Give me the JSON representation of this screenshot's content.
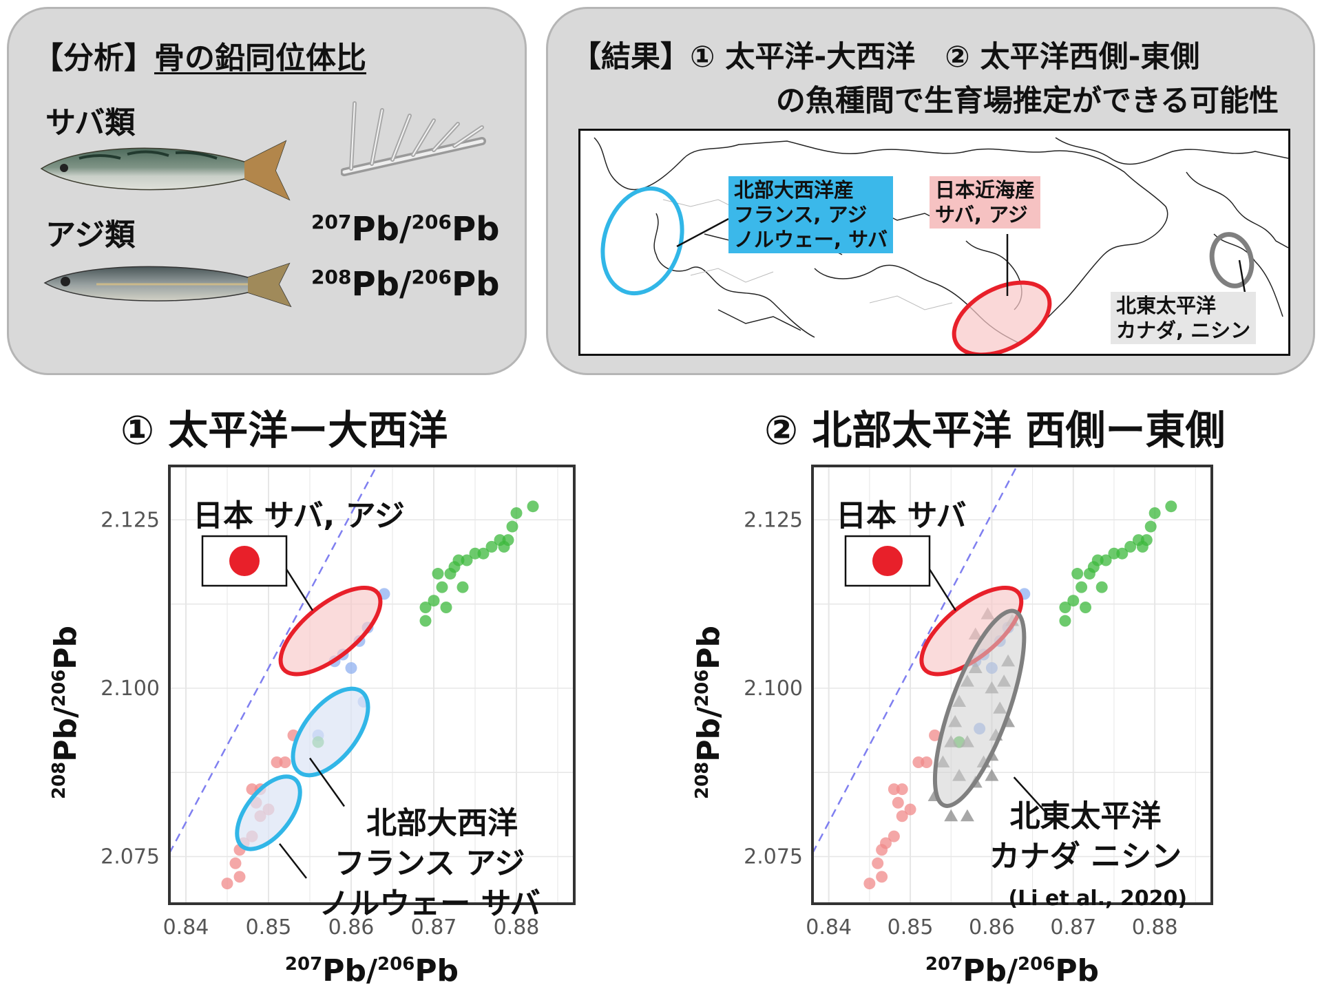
{
  "analysis": {
    "bracket": "【分析】",
    "title": "骨の鉛同位体比",
    "mackerel": "サバ類",
    "horse_mackerel": "アジ類",
    "ratio1": {
      "a": "207",
      "b": "Pb/",
      "c": "206",
      "d": "Pb"
    },
    "ratio2": {
      "a": "208",
      "b": "Pb/",
      "c": "206",
      "d": "Pb"
    }
  },
  "result": {
    "line1": "【結果】① 太平洋-大西洋　② 太平洋西側-東側",
    "line2": "の魚種間で生育場推定ができる可能性",
    "map_labels": {
      "atlantic": [
        "北部大西洋産",
        "フランス, アジ",
        "ノルウェー, サバ"
      ],
      "japan": [
        "日本近海産",
        "サバ, アジ"
      ],
      "ne_pacific": [
        "北東太平洋",
        "カナダ, ニシン"
      ]
    },
    "colors": {
      "blue": "#31b6e7",
      "red": "#e8202a",
      "gray": "#7f7f7f",
      "atlantic_fill": "#3bb8ea",
      "japan_fill": "#f8c8c8"
    }
  },
  "charts_titles": [
    "① 太平洋ー大西洋",
    "② 北部太平洋 西側ー東側"
  ],
  "axis_labels": {
    "x": {
      "a": "207",
      "b": "Pb/",
      "c": "206",
      "d": "Pb"
    },
    "y": {
      "a": "208",
      "b": "Pb/",
      "c": "206",
      "d": "Pb"
    }
  },
  "annotations": {
    "japan_label_1": "日本 サバ, アジ",
    "japan_label_2": "日本 サバ",
    "atlantic_1": "北部大西洋",
    "atlantic_2": "フランス アジ",
    "atlantic_3": "ノルウェー サバ",
    "nepac_1": "北東太平洋",
    "nepac_2": "カナダ ニシン",
    "citation": "(Li et al., 2020)"
  },
  "chart_data": [
    {
      "type": "scatter",
      "title": "① 太平洋ー大西洋",
      "xlabel": "207Pb/206Pb",
      "ylabel": "208Pb/206Pb",
      "xlim": [
        0.838,
        0.887
      ],
      "ylim": [
        2.068,
        2.133
      ],
      "xticks": [
        0.84,
        0.85,
        0.86,
        0.87,
        0.88
      ],
      "yticks": [
        2.075,
        2.1,
        2.125
      ],
      "xtick_labels": [
        "0.84",
        "0.85",
        "0.86",
        "0.87",
        "0.88"
      ],
      "ytick_labels": [
        "2.075",
        "2.100",
        "2.125"
      ],
      "grid": true,
      "reference_line": {
        "x": [
          0.838,
          0.863
        ],
        "y": [
          2.0755,
          2.1328
        ],
        "style": "dashed",
        "color": "#7f7ff0"
      },
      "series": [
        {
          "color": "#f08a8a",
          "points": [
            [
              0.845,
              2.071
            ],
            [
              0.846,
              2.074
            ],
            [
              0.8465,
              2.076
            ],
            [
              0.847,
              2.077
            ],
            [
              0.8465,
              2.072
            ],
            [
              0.848,
              2.078
            ],
            [
              0.849,
              2.081
            ],
            [
              0.8485,
              2.083
            ],
            [
              0.85,
              2.082
            ],
            [
              0.848,
              2.085
            ],
            [
              0.849,
              2.085
            ],
            [
              0.851,
              2.089
            ],
            [
              0.852,
              2.089
            ],
            [
              0.853,
              2.093
            ]
          ]
        },
        {
          "color": "#8fb0f0",
          "points": [
            [
              0.856,
              2.093
            ],
            [
              0.858,
              2.104
            ],
            [
              0.859,
              2.105
            ],
            [
              0.86,
              2.103
            ],
            [
              0.861,
              2.107
            ],
            [
              0.862,
              2.109
            ],
            [
              0.8615,
              2.098
            ],
            [
              0.864,
              2.114
            ]
          ]
        },
        {
          "color": "#3cb83c",
          "points": [
            [
              0.856,
              2.092
            ],
            [
              0.869,
              2.11
            ],
            [
              0.869,
              2.112
            ],
            [
              0.87,
              2.113
            ],
            [
              0.8705,
              2.117
            ],
            [
              0.871,
              2.115
            ],
            [
              0.8715,
              2.112
            ],
            [
              0.872,
              2.117
            ],
            [
              0.8725,
              2.118
            ],
            [
              0.873,
              2.119
            ],
            [
              0.8735,
              2.115
            ],
            [
              0.874,
              2.119
            ],
            [
              0.875,
              2.12
            ],
            [
              0.876,
              2.12
            ],
            [
              0.877,
              2.121
            ],
            [
              0.878,
              2.122
            ],
            [
              0.879,
              2.122
            ],
            [
              0.8795,
              2.124
            ],
            [
              0.8785,
              2.121
            ],
            [
              0.88,
              2.126
            ],
            [
              0.882,
              2.127
            ]
          ]
        }
      ]
    },
    {
      "type": "scatter",
      "title": "② 北部太平洋 西側ー東側",
      "xlabel": "207Pb/206Pb",
      "ylabel": "208Pb/206Pb",
      "xlim": [
        0.838,
        0.887
      ],
      "ylim": [
        2.068,
        2.133
      ],
      "xticks": [
        0.84,
        0.85,
        0.86,
        0.87,
        0.88
      ],
      "yticks": [
        2.075,
        2.1,
        2.125
      ],
      "xtick_labels": [
        "0.84",
        "0.85",
        "0.86",
        "0.87",
        "0.88"
      ],
      "ytick_labels": [
        "2.075",
        "2.100",
        "2.125"
      ],
      "grid": true,
      "reference_line": {
        "x": [
          0.838,
          0.863
        ],
        "y": [
          2.0755,
          2.1328
        ],
        "style": "dashed",
        "color": "#7f7ff0"
      },
      "series": [
        {
          "color": "#f08a8a",
          "points": [
            [
              0.845,
              2.071
            ],
            [
              0.846,
              2.074
            ],
            [
              0.8465,
              2.076
            ],
            [
              0.847,
              2.077
            ],
            [
              0.8465,
              2.072
            ],
            [
              0.848,
              2.078
            ],
            [
              0.849,
              2.081
            ],
            [
              0.8485,
              2.083
            ],
            [
              0.85,
              2.082
            ],
            [
              0.848,
              2.085
            ],
            [
              0.849,
              2.085
            ],
            [
              0.851,
              2.089
            ],
            [
              0.852,
              2.089
            ],
            [
              0.853,
              2.093
            ]
          ]
        },
        {
          "color": "#8fb0f0",
          "points": [
            [
              0.858,
              2.104
            ],
            [
              0.859,
              2.105
            ],
            [
              0.86,
              2.103
            ],
            [
              0.861,
              2.107
            ],
            [
              0.862,
              2.109
            ],
            [
              0.864,
              2.114
            ],
            [
              0.8585,
              2.094
            ]
          ]
        },
        {
          "color": "#3cb83c",
          "points": [
            [
              0.856,
              2.092
            ],
            [
              0.869,
              2.11
            ],
            [
              0.869,
              2.112
            ],
            [
              0.87,
              2.113
            ],
            [
              0.8705,
              2.117
            ],
            [
              0.871,
              2.115
            ],
            [
              0.8715,
              2.112
            ],
            [
              0.872,
              2.117
            ],
            [
              0.8725,
              2.118
            ],
            [
              0.873,
              2.119
            ],
            [
              0.8735,
              2.115
            ],
            [
              0.874,
              2.119
            ],
            [
              0.875,
              2.12
            ],
            [
              0.876,
              2.12
            ],
            [
              0.877,
              2.121
            ],
            [
              0.878,
              2.122
            ],
            [
              0.879,
              2.122
            ],
            [
              0.8795,
              2.124
            ],
            [
              0.8785,
              2.121
            ],
            [
              0.88,
              2.126
            ],
            [
              0.882,
              2.127
            ]
          ]
        },
        {
          "color": "#8a8a8a",
          "marker": "triangle",
          "points": [
            [
              0.853,
              2.084
            ],
            [
              0.854,
              2.089
            ],
            [
              0.855,
              2.092
            ],
            [
              0.8555,
              2.095
            ],
            [
              0.856,
              2.098
            ],
            [
              0.857,
              2.101
            ],
            [
              0.858,
              2.103
            ],
            [
              0.858,
              2.108
            ],
            [
              0.8595,
              2.111
            ],
            [
              0.86,
              2.1
            ],
            [
              0.861,
              2.097
            ],
            [
              0.8605,
              2.093
            ],
            [
              0.8615,
              2.101
            ],
            [
              0.862,
              2.104
            ],
            [
              0.8625,
              2.11
            ],
            [
              0.862,
              2.095
            ],
            [
              0.86,
              2.09
            ],
            [
              0.859,
              2.089
            ],
            [
              0.857,
              2.092
            ],
            [
              0.856,
              2.087
            ],
            [
              0.858,
              2.086
            ],
            [
              0.855,
              2.081
            ],
            [
              0.857,
              2.081
            ],
            [
              0.86,
              2.087
            ]
          ]
        }
      ]
    }
  ]
}
